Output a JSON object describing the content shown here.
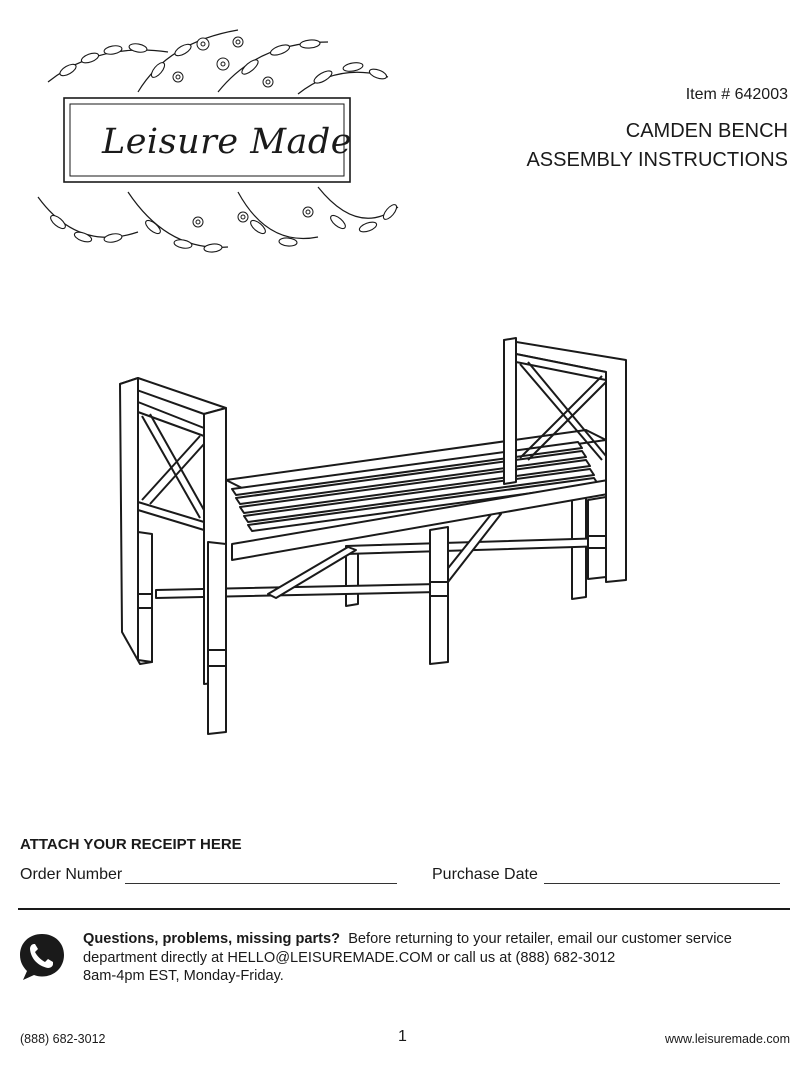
{
  "brand": {
    "name": "Leisure Made"
  },
  "header": {
    "item_number": "Item # 642003",
    "title_line1": "CAMDEN BENCH",
    "title_line2": "ASSEMBLY INSTRUCTIONS"
  },
  "illustration": {
    "icon": "bench-illustration"
  },
  "receipt": {
    "heading": "ATTACH YOUR RECEIPT HERE",
    "order_label": "Order Number",
    "date_label": "Purchase Date"
  },
  "contact": {
    "icon": "phone-icon",
    "lead": "Questions, problems, missing parts?",
    "line1": "Before returning to your retailer, email our customer service",
    "line2": "department directly at HELLO@LEISUREMADE.COM or call us at (888) 682-3012",
    "line3": "8am-4pm EST, Monday-Friday."
  },
  "footer": {
    "phone": "(888) 682-3012",
    "page_number": "1",
    "website": "www.leisuremade.com"
  }
}
